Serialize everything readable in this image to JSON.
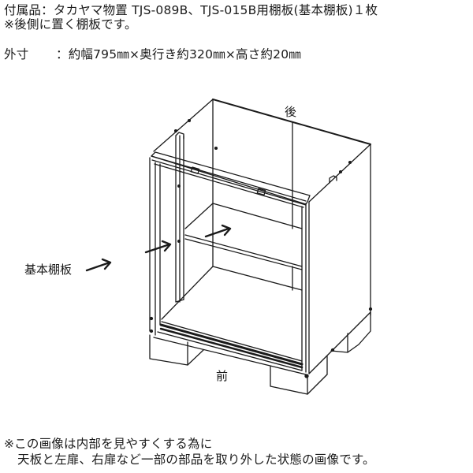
{
  "header": {
    "line1": "付属品：タカヤマ物置 TJS-089B、TJS-015B用棚板(基本棚板)１枚",
    "line2": "※後側に置く棚板です。",
    "dimensions_label": "外寸",
    "dimensions_value": "：約幅795㎜×奥行き約320㎜×高さ約20㎜"
  },
  "diagram": {
    "label_back": "後",
    "label_front": "前",
    "label_shelf": "基本棚板",
    "arrow_icon": "arrow-right"
  },
  "footer": {
    "note_line1": "※この画像は内部を見やすくする為に",
    "note_line2": "天板と左扉、右扉など一部の部品を取り外した状態の画像です。"
  },
  "colors": {
    "line": "#1a1a1a",
    "background": "#ffffff"
  }
}
